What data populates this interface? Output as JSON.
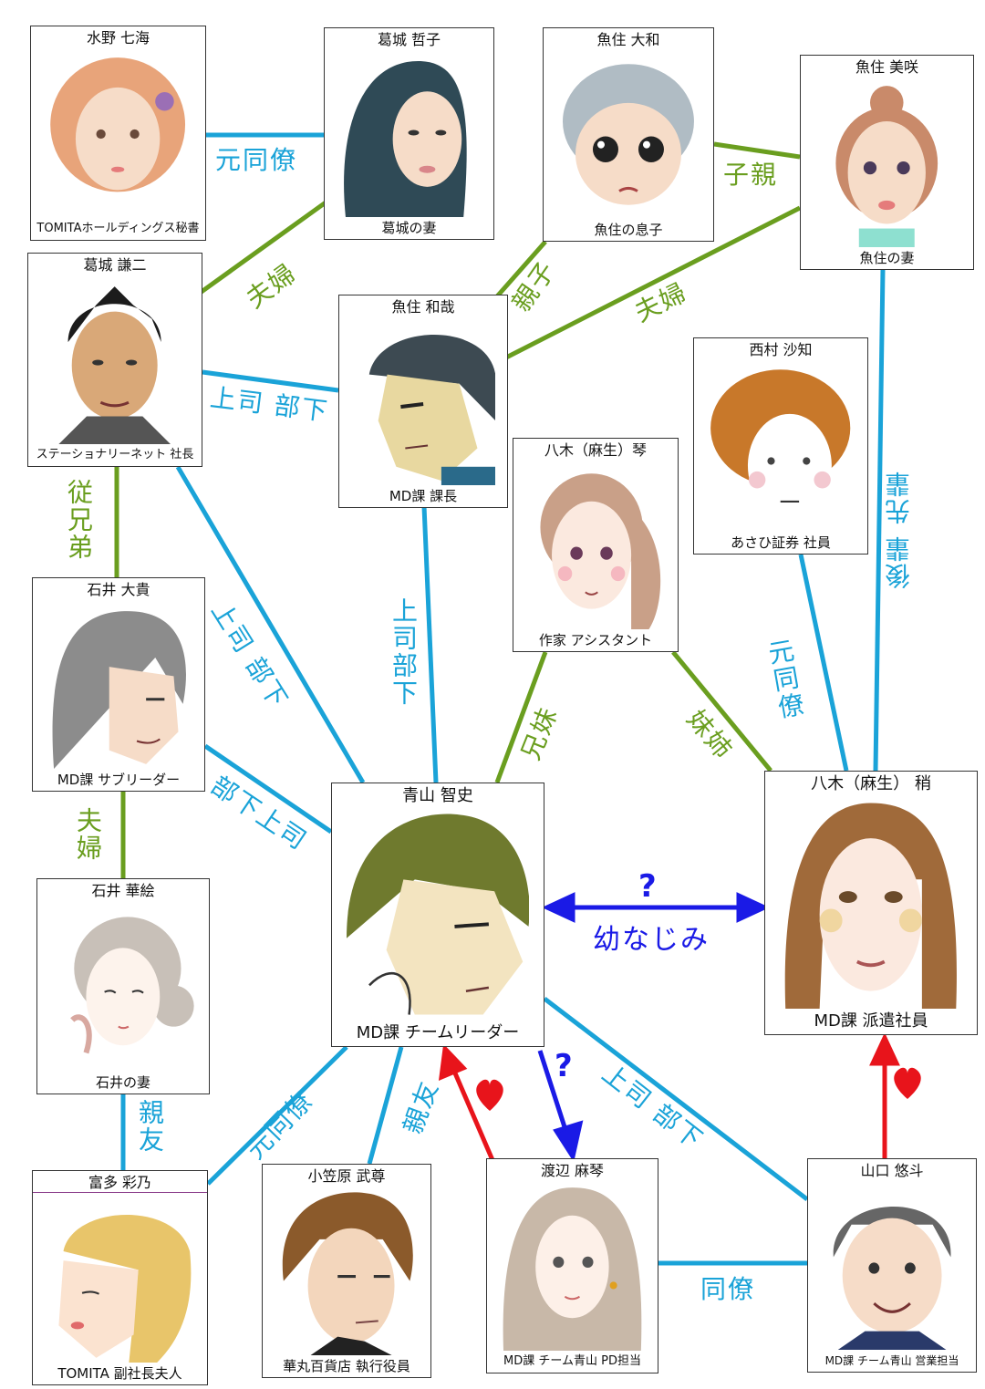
{
  "colors": {
    "blue": "#1aa3d8",
    "green": "#6a9e1f",
    "red": "#e8141b",
    "navy": "#1a1ae6",
    "hair_blonde": "#e8c56a",
    "hair_brown": "#8b5a2b",
    "hair_olive": "#6f7a2e",
    "hair_gray": "#8c8c8c",
    "hair_black": "#1c1c1c",
    "hair_silver": "#b0bcc4",
    "hair_peach": "#e8a47a",
    "skin": "#f6dcc8"
  },
  "people": {
    "mizuno": {
      "name": "水野 七海",
      "role": "TOMITAホールディングス秘書"
    },
    "katsuragi_tetsuko": {
      "name": "葛城 哲子",
      "role": "葛城の妻"
    },
    "uozumi_yamato": {
      "name": "魚住 大和",
      "role": "魚住の息子"
    },
    "uozumi_misaki": {
      "name": "魚住 美咲",
      "role": "魚住の妻"
    },
    "katsuragi_kenji": {
      "name": "葛城 謙二",
      "role": "ステーショナリーネット 社長"
    },
    "uozumi_kazuya": {
      "name": "魚住 和哉",
      "role": "MD課 課長"
    },
    "nishimura": {
      "name": "西村 沙知",
      "role": "あさひ証券 社員"
    },
    "yagi_koto": {
      "name": "八木（麻生）琴",
      "role": "作家 アシスタント"
    },
    "ishii_daiki": {
      "name": "石井 大貴",
      "role": "MD課 サブリーダー"
    },
    "aoyama": {
      "name": "青山 智史",
      "role": "MD課 チームリーダー"
    },
    "yagi_shou": {
      "name": "八木（麻生） 稍",
      "role": "MD課 派遣社員"
    },
    "ishii_hanae": {
      "name": "石井 華絵",
      "role": "石井の妻"
    },
    "tomita_ayano": {
      "name": "富多 彩乃",
      "role": "TOMITA 副社長夫人"
    },
    "ogasawara": {
      "name": "小笠原 武尊",
      "role": "華丸百貨店 執行役員"
    },
    "watanabe": {
      "name": "渡辺 麻琴",
      "role": "MD課 チーム青山 PD担当"
    },
    "yamaguchi": {
      "name": "山口 悠斗",
      "role": "MD課 チーム青山 営業担当"
    }
  },
  "relations": {
    "former_colleague": "元同僚",
    "couple": "夫婦",
    "parent_child": "子親",
    "parent_child_2": "親子",
    "boss_sub": "上司 部下",
    "cousins": "従兄弟",
    "juniors_seniors": "後輩 先輩",
    "boss_sub_v": "上司部下",
    "boss_sub_diag": "上司 部下",
    "sub_boss": "部下上司",
    "siblings_bs": "兄妹",
    "siblings_ss": "妹姉",
    "former_colleague_2": "元同僚",
    "couple_2": "夫婦",
    "childhood": "幼なじみ",
    "question": "?",
    "close_friend": "親友",
    "former_colleague_3": "元同僚",
    "close_friend_2": "親友",
    "boss_sub_2": "上司 部下",
    "colleague": "同僚"
  },
  "icons": {
    "heart": "heart-icon",
    "arrow": "arrow-icon"
  }
}
